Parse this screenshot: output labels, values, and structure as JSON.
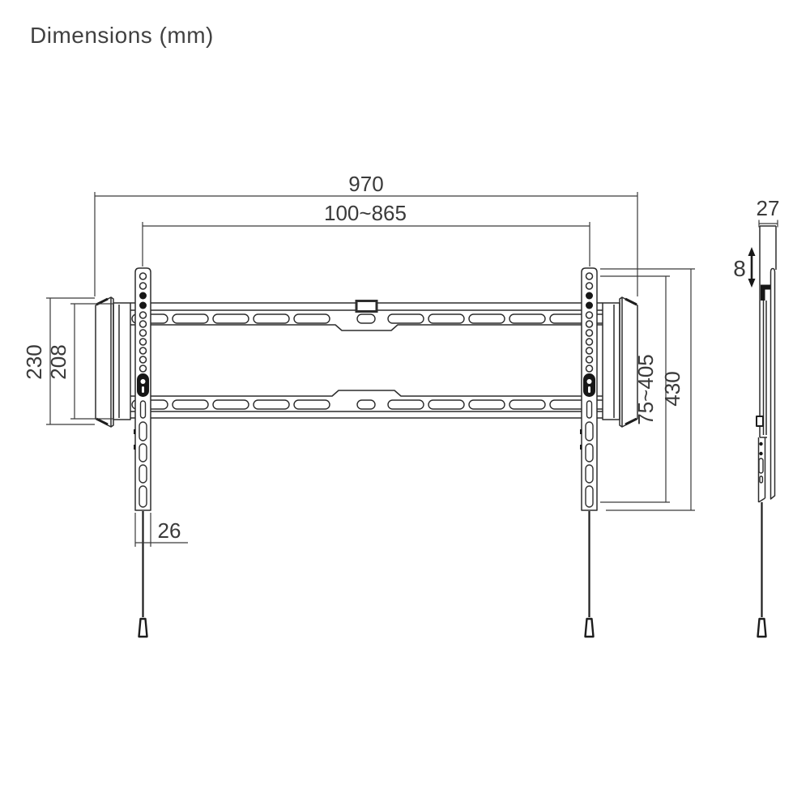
{
  "title": "Dimensions (mm)",
  "drawing": {
    "front_view": {
      "width_total": "970",
      "vesa_width_range": "100~865",
      "endcap_height": "230",
      "endcap_inner_height": "208",
      "bracket_width": "26",
      "vesa_height_range": "75~405",
      "bracket_height": "430"
    },
    "side_view": {
      "depth": "27",
      "plate_offset": "8"
    }
  },
  "colors": {
    "line": "#2d2d2d",
    "label": "#3a3a3a",
    "background": "#ffffff"
  }
}
